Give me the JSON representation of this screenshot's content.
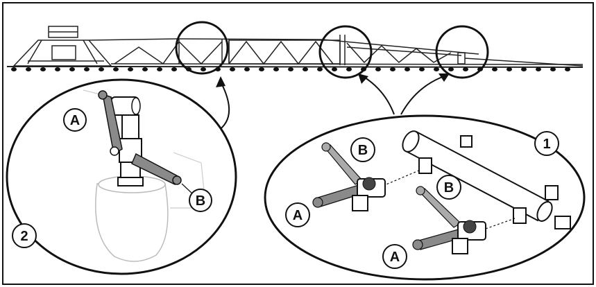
{
  "callouts": {
    "detail_1_number": "1",
    "detail_2_number": "2",
    "detail_1_labels": [
      "A",
      "B",
      "A",
      "B"
    ],
    "detail_2_labels": [
      "A",
      "B"
    ]
  },
  "colors": {
    "line": "#111111",
    "handle": "#7f7f7f",
    "light": "#dddddd"
  }
}
